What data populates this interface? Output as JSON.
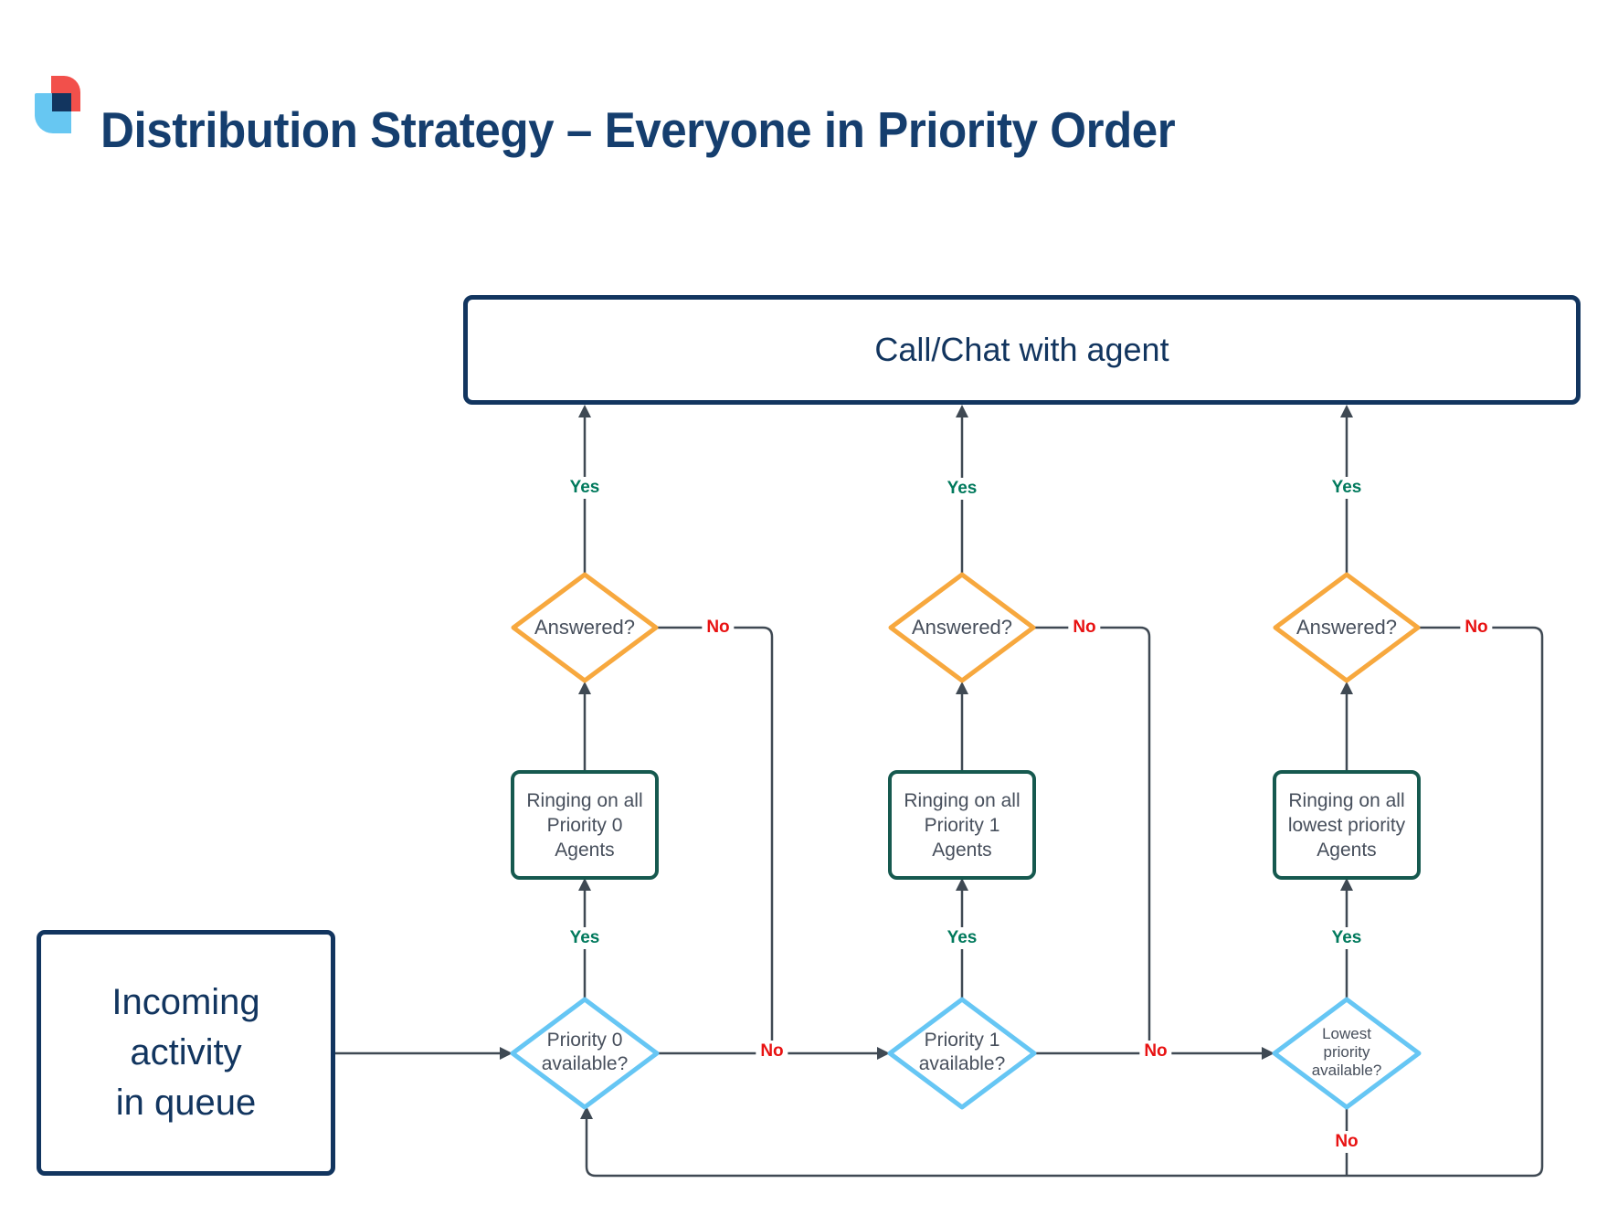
{
  "title": "Distribution Strategy – Everyone in Priority Order",
  "nodes": {
    "call_chat": "Call/Chat with agent",
    "incoming": "Incoming\nactivity\nin queue"
  },
  "labels": {
    "yes": "Yes",
    "no": "No"
  },
  "columns": [
    {
      "answered": "Answered?",
      "ringing": "Ringing on all\nPriority 0\nAgents",
      "available": "Priority 0\navailable?"
    },
    {
      "answered": "Answered?",
      "ringing": "Ringing on all\nPriority 1\nAgents",
      "available": "Priority 1\navailable?"
    },
    {
      "answered": "Answered?",
      "ringing": "Ringing on all\nlowest priority\nAgents",
      "available": "Lowest\npriority\navailable?"
    }
  ],
  "colors": {
    "navy": "#12355f",
    "orange": "#f7a83e",
    "light_blue": "#66c6f4",
    "teal": "#16594f",
    "slate_text": "#474f5c",
    "line": "#3f4953",
    "red": "#e81212",
    "green": "#00795c"
  }
}
